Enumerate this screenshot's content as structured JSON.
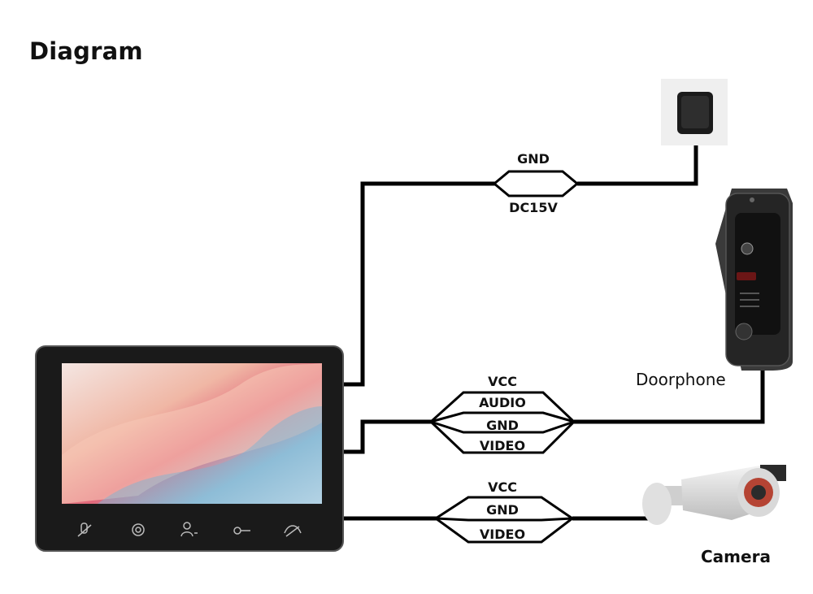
{
  "title": "Diagram",
  "wires": {
    "power": {
      "top": "GND",
      "bottom": "DC15V"
    },
    "doorphone": {
      "l1": "VCC",
      "l2": "AUDIO",
      "l3": "GND",
      "l4": "VIDEO"
    },
    "camera": {
      "l1": "VCC",
      "l2": "GND",
      "l3": "VIDEO"
    }
  },
  "devices": {
    "doorphone": "Doorphone",
    "camera": "Camera"
  },
  "monitor_buttons": [
    "mic-mute-icon",
    "settings-gear-icon",
    "user-add-icon",
    "key-unlock-icon",
    "phone-hangup-icon"
  ],
  "colors": {
    "wire": "#000000",
    "monitor_bezel": "#1a1a1a",
    "doorphone_body": "#2a2a2a"
  }
}
